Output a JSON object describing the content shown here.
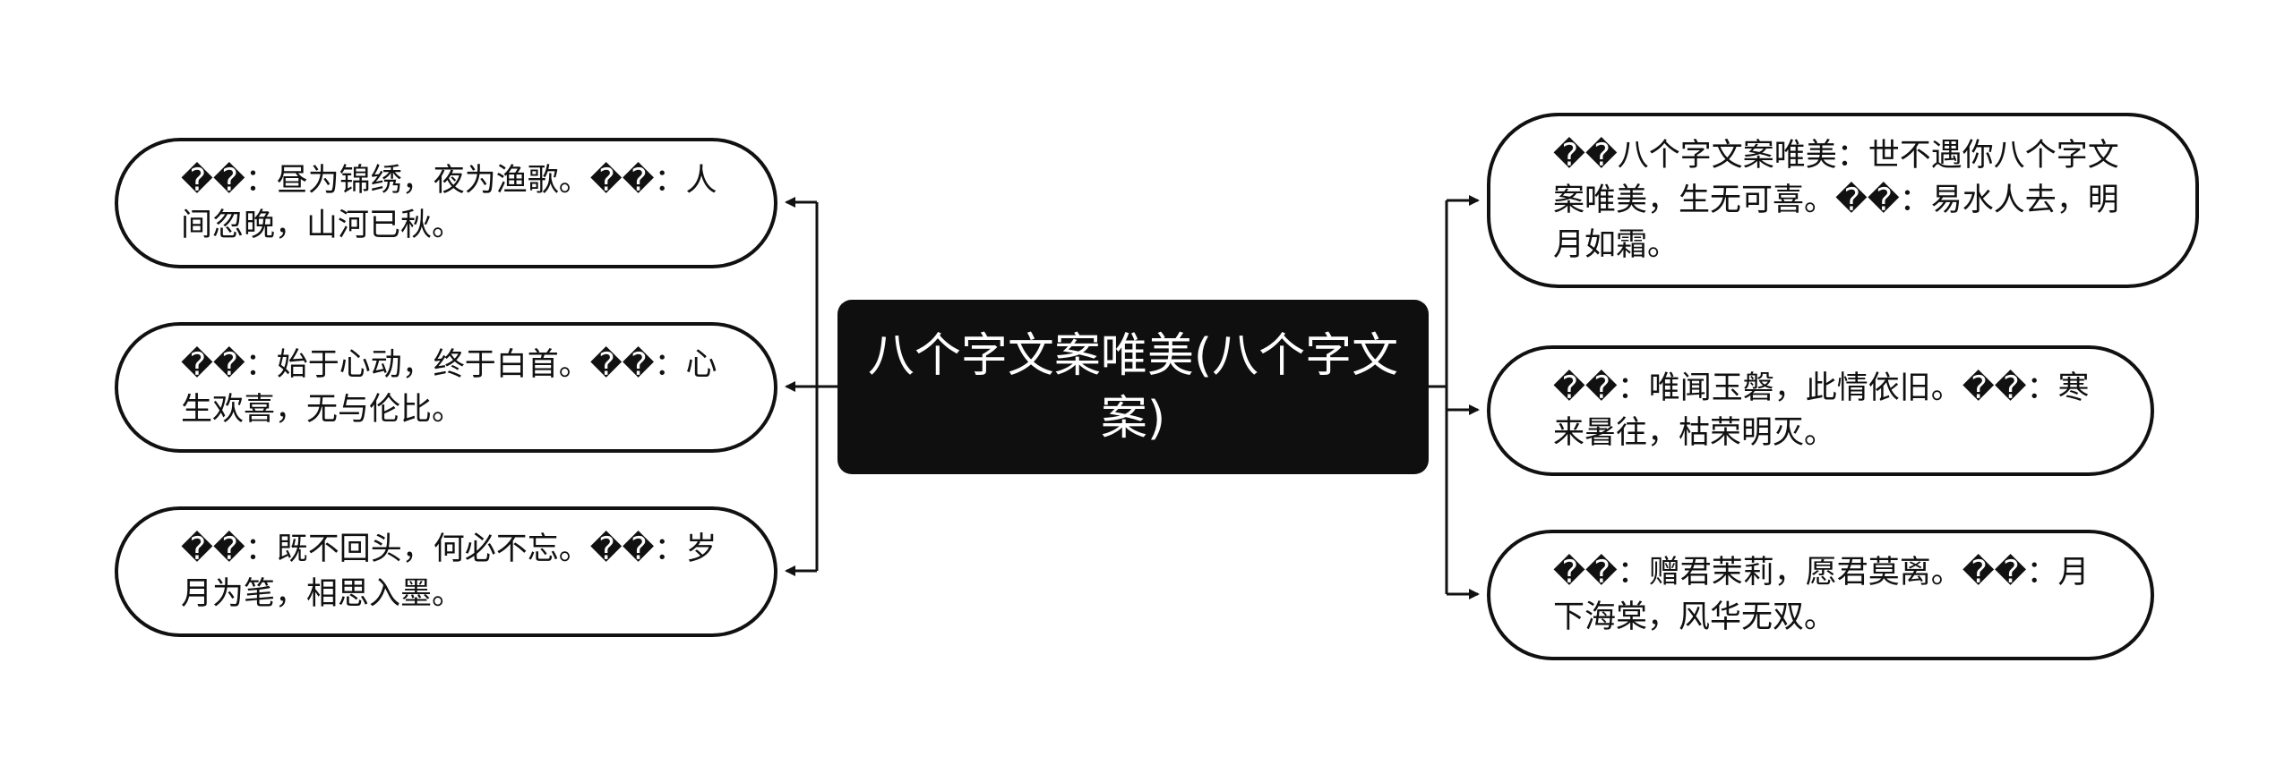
{
  "center": {
    "text": "八个字文案唯美(八个字文案)"
  },
  "left_nodes": [
    {
      "text": "��：昼为锦绣，夜为渔歌。��：人间忽晚，山河已秋。"
    },
    {
      "text": "��：始于心动，终于白首。��：心生欢喜，无与伦比。"
    },
    {
      "text": "��：既不回头，何必不忘。��：岁月为笔，相思入墨。"
    }
  ],
  "right_nodes": [
    {
      "text": "��八个字文案唯美：世不遇你八个字文案唯美，生无可喜。��：易水人去，明月如霜。"
    },
    {
      "text": "��：唯闻玉磐，此情依旧。��：寒来暑往，枯荣明灭。"
    },
    {
      "text": "��：赠君茉莉，愿君莫离。��：月下海棠，风华无双。"
    }
  ],
  "colors": {
    "line": "#111111",
    "center_fill": "#0f0f0f",
    "center_text": "#ffffff",
    "node_border": "#111111"
  }
}
